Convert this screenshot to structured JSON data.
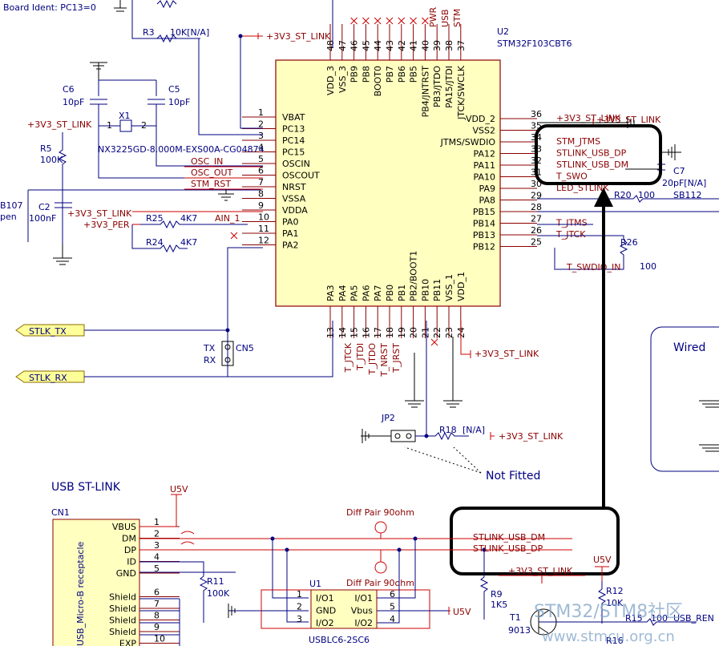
{
  "header": {
    "board_ident": "Board Ident: PC13=0",
    "r3": "R3",
    "r3_value": "10K[N/A]",
    "u2_ref": "U2",
    "u2_part": "STM32F103CBT6",
    "power_net": "+3V3_ST_LINK"
  },
  "crystal": {
    "c6": "C6",
    "c6_val": "10pF",
    "c5": "C5",
    "c5_val": "10pF",
    "x1": "X1",
    "x1_pin1": "1",
    "x1_pin2": "2",
    "x1_part": "NX3225GD-8.000M-EXS00A-CG04874",
    "r5": "R5",
    "r5_val": "100K",
    "b107": "B107",
    "b107_sub": "pen",
    "c2": "C2",
    "c2_val": "100nF"
  },
  "left_nets": [
    "OSC_IN",
    "OSC_OUT",
    "STM_RST",
    "AIN_1"
  ],
  "resistors_left": {
    "r25": "R25",
    "r25_val": "4K7",
    "r24": "R24",
    "r24_val": "4K7",
    "per": "+3V3_PER"
  },
  "mcu_left_pins": [
    {
      "num": "1",
      "name": "VBAT"
    },
    {
      "num": "2",
      "name": "PC13"
    },
    {
      "num": "3",
      "name": "PC14"
    },
    {
      "num": "4",
      "name": "PC15"
    },
    {
      "num": "5",
      "name": "OSCIN"
    },
    {
      "num": "6",
      "name": "OSCOUT"
    },
    {
      "num": "7",
      "name": "NRST"
    },
    {
      "num": "8",
      "name": "VSSA"
    },
    {
      "num": "9",
      "name": "VDDA"
    },
    {
      "num": "10",
      "name": "PA0"
    },
    {
      "num": "11",
      "name": "PA1"
    },
    {
      "num": "12",
      "name": "PA2"
    }
  ],
  "mcu_right_pins": [
    {
      "num": "36",
      "name": "VDD_2",
      "net": "+3V3_ST_LINK"
    },
    {
      "num": "35",
      "name": "VSS2",
      "net": ""
    },
    {
      "num": "34",
      "name": "JTMS/SWDIO",
      "net": "STM_JTMS"
    },
    {
      "num": "33",
      "name": "PA12",
      "net": "STLINK_USB_DP"
    },
    {
      "num": "32",
      "name": "PA11",
      "net": "STLINK_USB_DM"
    },
    {
      "num": "31",
      "name": "PA10",
      "net": "T_SWO"
    },
    {
      "num": "30",
      "name": "PA9",
      "net": "LED_STLINK"
    },
    {
      "num": "29",
      "name": "PA8",
      "net": ""
    },
    {
      "num": "28",
      "name": "PB15",
      "net": ""
    },
    {
      "num": "27",
      "name": "PB14",
      "net": "T_JTMS"
    },
    {
      "num": "26",
      "name": "PB13",
      "net": "T_JTCK"
    },
    {
      "num": "25",
      "name": "PB12",
      "net": ""
    }
  ],
  "mcu_top_pins": [
    {
      "num": "48",
      "name": "VDD_3"
    },
    {
      "num": "47",
      "name": "VSS_3"
    },
    {
      "num": "46",
      "name": "PB9"
    },
    {
      "num": "45",
      "name": "PB8"
    },
    {
      "num": "44",
      "name": "BOOT0"
    },
    {
      "num": "43",
      "name": "PB7"
    },
    {
      "num": "42",
      "name": "PB6"
    },
    {
      "num": "41",
      "name": "PB5"
    },
    {
      "num": "40",
      "name": "PB4/JNTRST"
    },
    {
      "num": "39",
      "name": "PB3/JTDO"
    },
    {
      "num": "38",
      "name": "PA15/JTDI"
    },
    {
      "num": "37",
      "name": "JTCK/SWCLK"
    }
  ],
  "mcu_top_nets": [
    "PWR",
    "USB",
    "STM"
  ],
  "mcu_bottom_pins": [
    {
      "num": "13",
      "name": "PA3"
    },
    {
      "num": "14",
      "name": "PA4"
    },
    {
      "num": "15",
      "name": "PA5"
    },
    {
      "num": "16",
      "name": "PA6"
    },
    {
      "num": "17",
      "name": "PA7"
    },
    {
      "num": "18",
      "name": "PB0"
    },
    {
      "num": "19",
      "name": "PB1"
    },
    {
      "num": "20",
      "name": "PB2/BOOT1"
    },
    {
      "num": "21",
      "name": "PB10"
    },
    {
      "num": "22",
      "name": "PB11"
    },
    {
      "num": "23",
      "name": "VSS_1"
    },
    {
      "num": "24",
      "name": "VDD_1"
    }
  ],
  "bottom_nets": [
    "T_JTCK",
    "T_JTDI",
    "T_JTDO",
    "T_NRST",
    "T_JRST"
  ],
  "right_extra": {
    "c7": "C7",
    "c7_val": "20pF[N/A]",
    "r20": "R20",
    "r20_val": "100",
    "sb112": "SB112",
    "r26": "R26",
    "r26_val": "100",
    "t_swdio": "T_SWDIO_IN",
    "wired": "Wired"
  },
  "uart": {
    "tx": "STLK_TX",
    "rx": "STLK_RX",
    "cn5": "CN5",
    "tx_lbl": "TX",
    "rx_lbl": "RX"
  },
  "jp2": {
    "ref": "JP2",
    "r18": "R18",
    "r18_val": "[N/A]",
    "net": "+3V3_ST_LINK",
    "note": "Not Fitted"
  },
  "usb": {
    "title": "USB ST-LINK",
    "cn1": "CN1",
    "u5v": "U5V",
    "connector_label": "USB_Micro-B receptacle",
    "pins": [
      {
        "num": "1",
        "name": "VBUS"
      },
      {
        "num": "2",
        "name": "DM"
      },
      {
        "num": "3",
        "name": "DP"
      },
      {
        "num": "4",
        "name": "ID"
      },
      {
        "num": "5",
        "name": "GND"
      },
      {
        "num": "6",
        "name": "Shield"
      },
      {
        "num": "7",
        "name": "Shield"
      },
      {
        "num": "8",
        "name": "Shield"
      },
      {
        "num": "9",
        "name": "Shield"
      },
      {
        "num": "10",
        "name": "EXP"
      }
    ],
    "diff_pair_top": "Diff Pair 90ohm",
    "diff_pair_bottom": "Diff Pair 90ohm",
    "r11": "R11",
    "r11_val": "100K",
    "u1": "U1",
    "u1_part": "USBLC6-2SC6",
    "u1_left": [
      {
        "num": "1",
        "name": "I/O1"
      },
      {
        "num": "2",
        "name": "GND"
      },
      {
        "num": "3",
        "name": "I/O2"
      }
    ],
    "u1_right": [
      {
        "num": "6",
        "name": "I/O1"
      },
      {
        "num": "5",
        "name": "Vbus"
      },
      {
        "num": "4",
        "name": "I/O2"
      }
    ],
    "u5v_right": "U5V",
    "nets": [
      "STLINK_USB_DM",
      "STLINK_USB_DP"
    ],
    "power_net": "+3V3_ST_LINK",
    "u5v_far": "U5V",
    "r9": "R9",
    "r9_val": "1K5",
    "t1": "T1",
    "t1_part": "9013",
    "r12": "R12",
    "r12_val": "10K",
    "r15": "R15",
    "r15_val": "100",
    "usb_ren": "USB_REN",
    "r16": "R16"
  },
  "watermark": {
    "line1": "STM32/STM8社区",
    "line2": "www.stmcu.org.cn"
  }
}
